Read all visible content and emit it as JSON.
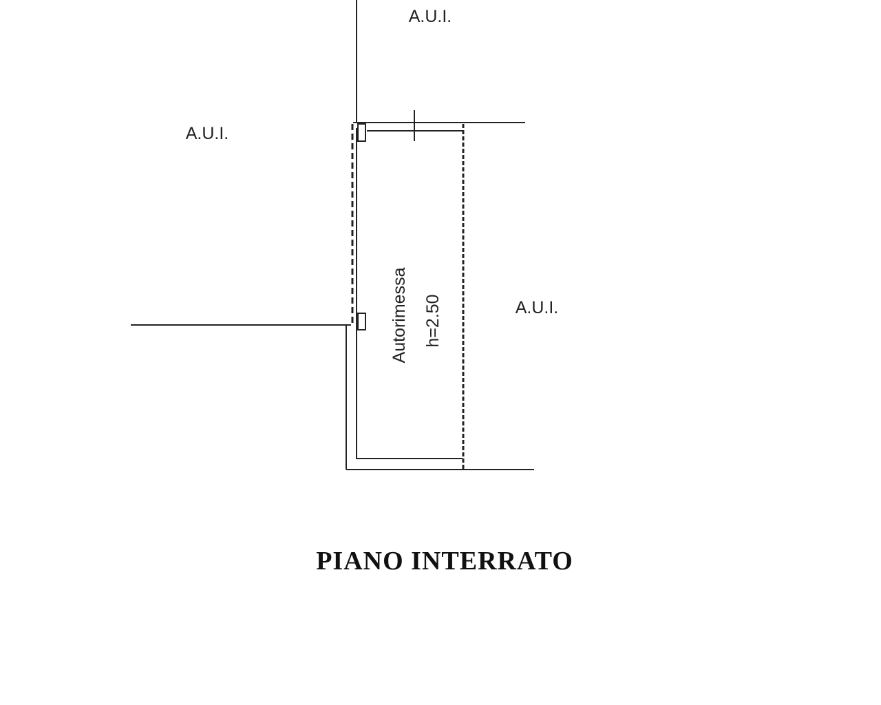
{
  "plan": {
    "labels": {
      "aui_top": "A.U.I.",
      "aui_left": "A.U.I.",
      "aui_right": "A.U.I."
    },
    "room": {
      "name": "Autorimessa",
      "height": "h=2.50"
    },
    "title": "PIANO INTERRATO"
  }
}
